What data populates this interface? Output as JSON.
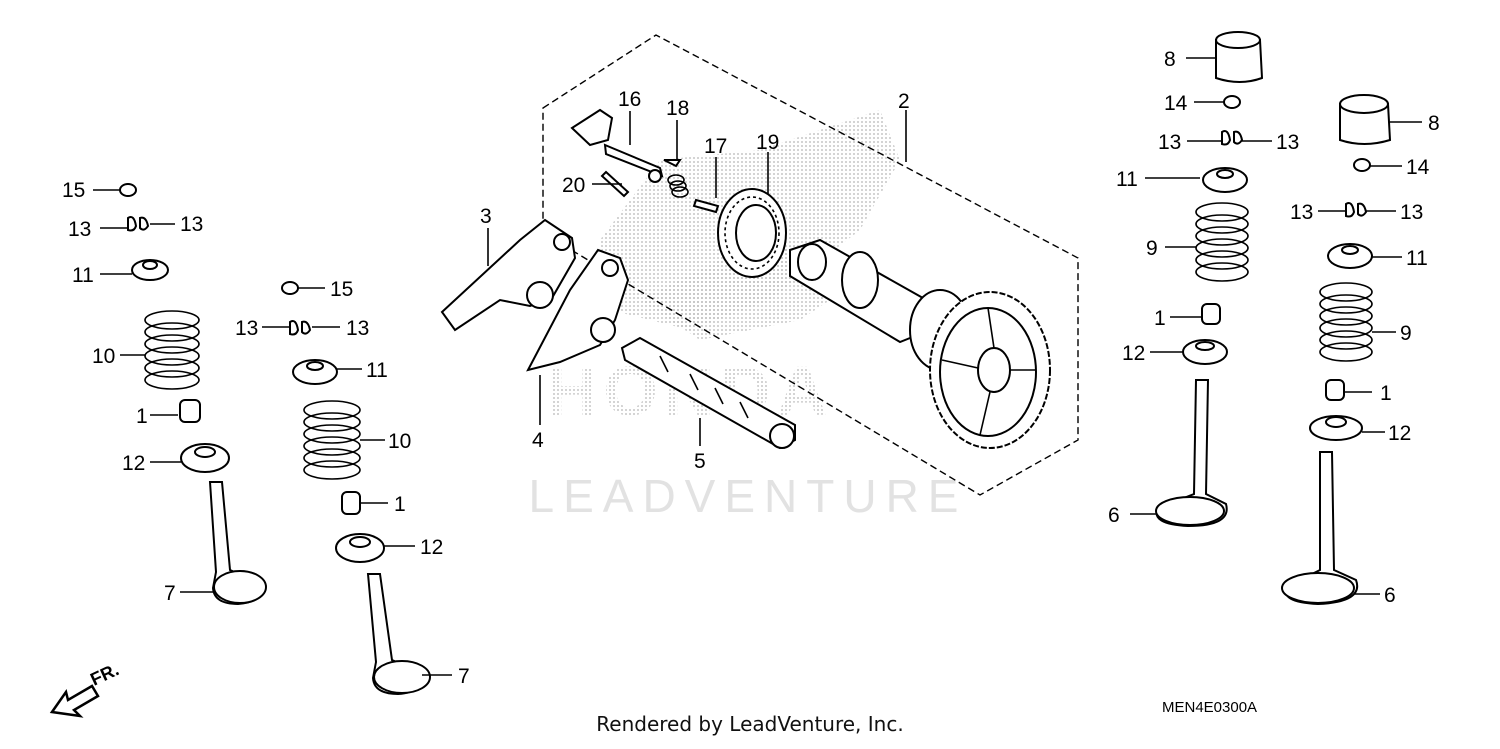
{
  "diagram": {
    "callouts": [
      "1",
      "1",
      "1",
      "1",
      "2",
      "3",
      "4",
      "5",
      "6",
      "6",
      "7",
      "7",
      "8",
      "8",
      "9",
      "9",
      "10",
      "10",
      "11",
      "11",
      "11",
      "11",
      "12",
      "12",
      "12",
      "12",
      "13",
      "13",
      "13",
      "13",
      "13",
      "13",
      "13",
      "13",
      "14",
      "14",
      "15",
      "15",
      "16",
      "17",
      "18",
      "19",
      "20"
    ],
    "front_indicator": "FR.",
    "diagram_code": "MEN4E0300A",
    "watermark_brand": "HONDA",
    "watermark_text": "LEADVENTURE"
  },
  "footer": {
    "text": "Rendered by LeadVenture, Inc."
  }
}
